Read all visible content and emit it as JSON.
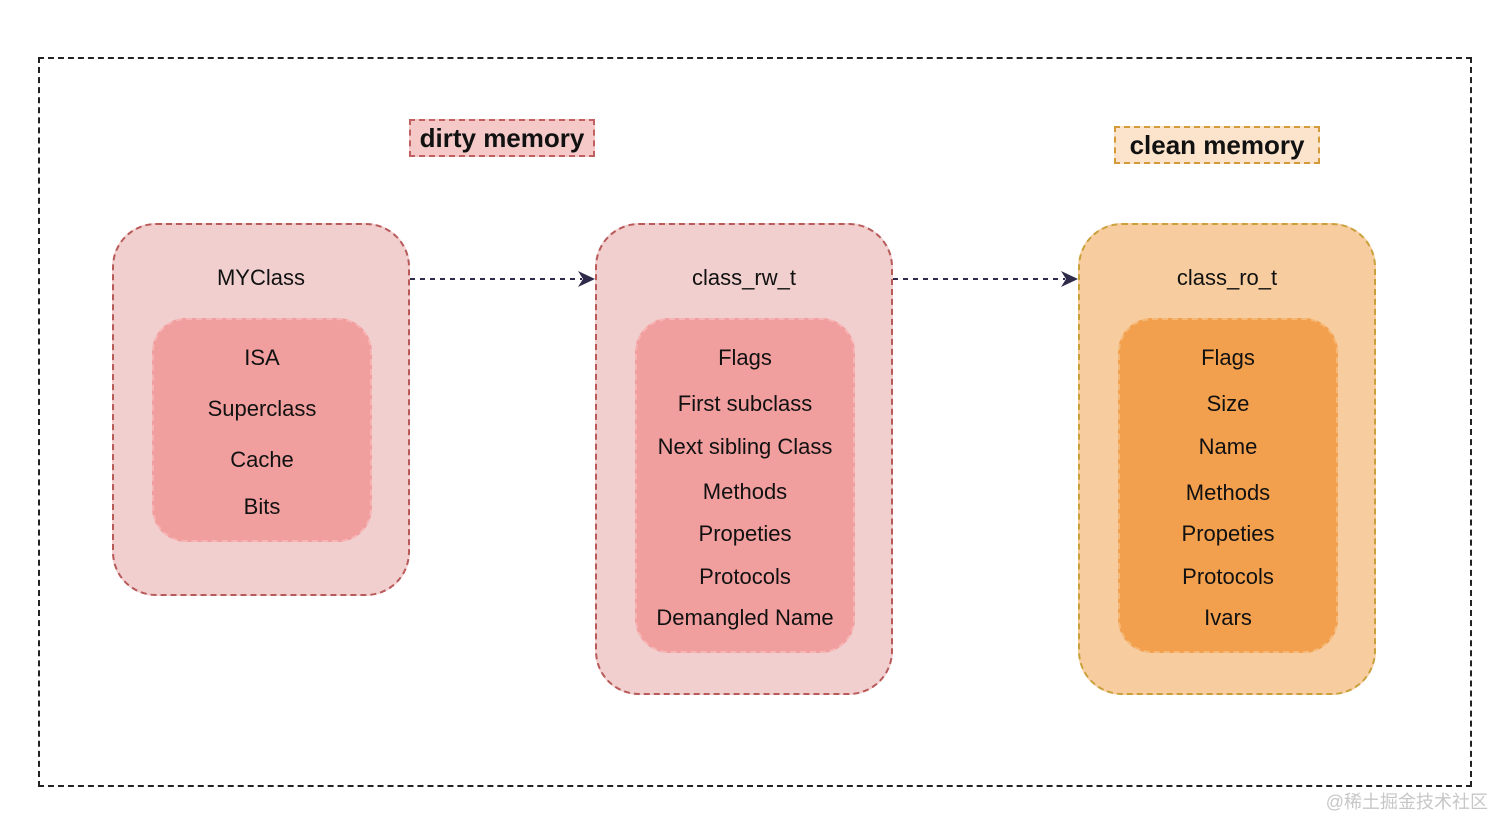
{
  "legend": {
    "dirty": "dirty memory",
    "clean": "clean memory"
  },
  "structs": [
    {
      "title": "MYClass",
      "fields": [
        "ISA",
        "Superclass",
        "Cache",
        "Bits"
      ]
    },
    {
      "title": "class_rw_t",
      "fields": [
        "Flags",
        "First subclass",
        "Next sibling Class",
        "Methods",
        "Propeties",
        "Protocols",
        "Demangled Name"
      ]
    },
    {
      "title": "class_ro_t",
      "fields": [
        "Flags",
        "Size",
        "Name",
        "Methods",
        "Propeties",
        "Protocols",
        "Ivars"
      ]
    }
  ],
  "watermark": "@稀土掘金技术社区",
  "colors": {
    "dirty_outer": "#f2cfcf",
    "dirty_inner": "#f19e9e",
    "clean_outer": "#f7cc9f",
    "clean_inner": "#f2a04e",
    "arrow": "#2e2a4a"
  }
}
